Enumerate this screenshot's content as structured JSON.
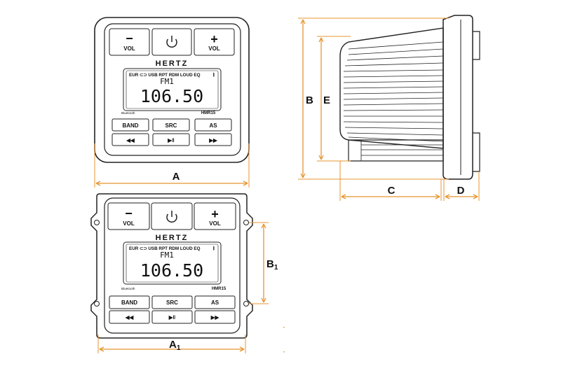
{
  "colors": {
    "dimension_lines": "#e8952f",
    "outline": "#222222",
    "background": "#ffffff"
  },
  "panel": {
    "vol_minus_symbol": "−",
    "vol_label": "VOL",
    "vol_plus_symbol": "+",
    "power_icon": "power-icon",
    "brand": "HERTZ",
    "lcd_indicators": "EUR  ⊂⊃  USB  RPT  RDM  LOUD  EQ",
    "lcd_usb": "USB",
    "lcd_band": "FM1",
    "lcd_frequency": "106.50",
    "bluetooth_label": "Bluetooth",
    "model": "HMR15",
    "band_label": "BAND",
    "src_label": "SRC",
    "as_label": "AS",
    "prev_symbol": "◀◀",
    "play_pause_symbol": "▶‖",
    "next_symbol": "▶▶"
  },
  "dimensions": {
    "A": "A",
    "A1_main": "A",
    "A1_sub": "1",
    "B": "B",
    "B1_main": "B",
    "B1_sub": "1",
    "C": "C",
    "D": "D",
    "E": "E"
  }
}
